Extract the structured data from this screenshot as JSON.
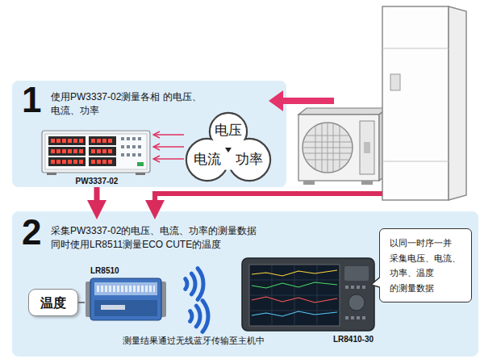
{
  "diagram": {
    "nodes": [
      {
        "text": [
          "1",
          "使用PW3337-02测量各相 的电压、电流、功率"
        ]
      },
      {
        "text": [
          "PW3337-02"
        ],
        "in": 0
      },
      {
        "text": [
          "电压",
          "电流",
          "功率"
        ],
        "in": 0
      },
      {
        "text": [
          "2",
          "采集PW3337-02的电压、电流、功率的测量数据 同时使用LR8511测量ECO CUTE的温度",
          "测量结果通过无线蓝牙传输至主机中"
        ]
      },
      {
        "text": [
          "以同一时序一并 采集电压、电流、 功率、温度 的测量数据"
        ],
        "in": 3
      },
      {
        "text": [
          "温度"
        ],
        "in": 3
      },
      {
        "text": [
          "LR8510"
        ],
        "in": 3
      },
      {
        "text": [
          "LR8410-30"
        ],
        "in": 3
      }
    ],
    "edges": [
      {
        "from": 2,
        "to": 1,
        "arrow": "to"
      },
      {
        "from": 2,
        "to": 1,
        "arrow": "to"
      },
      {
        "from": 2,
        "to": 1,
        "arrow": "to"
      },
      {
        "from": 0,
        "to": 3,
        "arrow": "to"
      },
      {
        "from": 5,
        "to": 6,
        "arrow": "none"
      }
    ]
  }
}
